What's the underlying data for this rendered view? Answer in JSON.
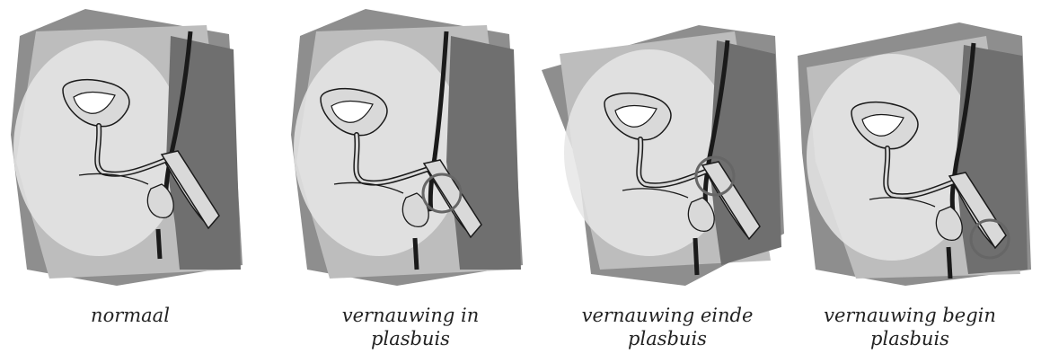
{
  "panels": [
    {
      "id": "normaal",
      "caption_lines": [
        "normaal",
        ""
      ],
      "marker": false
    },
    {
      "id": "in",
      "caption_lines": [
        "vernauwing in",
        "plasbuis"
      ],
      "marker": true
    },
    {
      "id": "einde",
      "caption_lines": [
        "vernauwing einde",
        "plasbuis"
      ],
      "marker": true
    },
    {
      "id": "begin",
      "caption_lines": [
        "vernauwing begin",
        "plasbuis"
      ],
      "marker": true
    }
  ],
  "colors": {
    "tissue_dark": "#6f6f6f",
    "tissue_mid": "#8e8e8e",
    "tissue_light": "#bdbdbd",
    "tissue_glow": "#e6e6e6",
    "organ_fill": "#d9d9d9",
    "line": "#1a1a1a",
    "marker": "#666666"
  }
}
